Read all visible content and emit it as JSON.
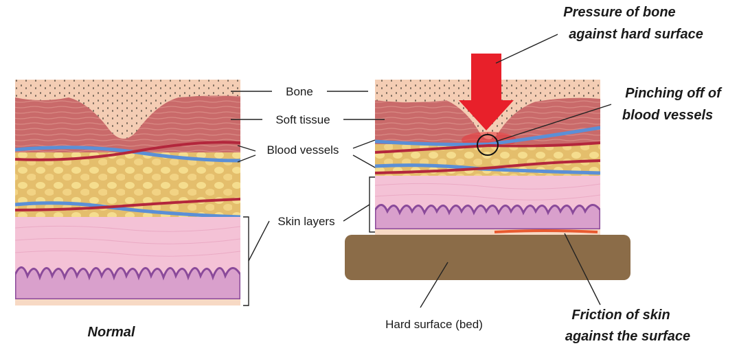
{
  "labels": {
    "bone": "Bone",
    "soft_tissue": "Soft tissue",
    "blood_vessels": "Blood vessels",
    "skin_layers": "Skin layers",
    "normal": "Normal",
    "hard_surface": "Hard surface (bed)",
    "pressure_line1": "Pressure of bone",
    "pressure_line2": "against hard surface",
    "pinching_line1": "Pinching off of",
    "pinching_line2": "blood vessels",
    "friction_line1": "Friction of skin",
    "friction_line2": "against the surface"
  },
  "colors": {
    "bone": "#f4cdb4",
    "bone_pores": "#7a6a5c",
    "soft_tissue": "#c96a6a",
    "fat": "#e9c87a",
    "fat_cells": "#f5dd8e",
    "dermis": "#f4c2d6",
    "epidermis_wave": "#8a4a9a",
    "vein": "#5b8fd6",
    "artery": "#b3263c",
    "bed": "#8b6c48",
    "pressure_arrow": "#e8202a",
    "friction": "#e85a30"
  },
  "icons": {
    "pressure": "down-arrow-icon",
    "pinch_marker": "circle-marker-icon"
  }
}
